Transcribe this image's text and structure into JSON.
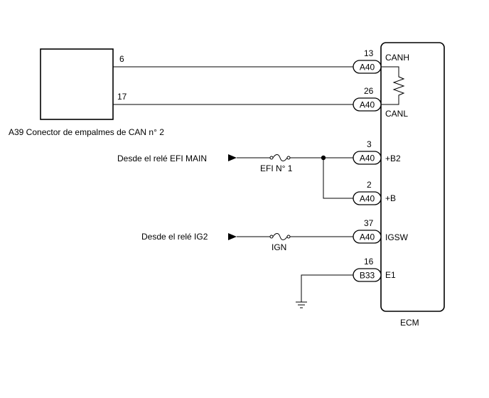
{
  "splice_connector": {
    "label": "A39  Conector de empalmes de CAN n° 2",
    "pins": [
      "6",
      "17"
    ]
  },
  "ecm": {
    "label": "ECM",
    "terminals": [
      {
        "pin": "13",
        "connector": "A40",
        "name": "CANH"
      },
      {
        "pin": "26",
        "connector": "A40",
        "name": "CANL"
      },
      {
        "pin": "3",
        "connector": "A40",
        "name": "+B2"
      },
      {
        "pin": "2",
        "connector": "A40",
        "name": "+B"
      },
      {
        "pin": "37",
        "connector": "A40",
        "name": "IGSW"
      },
      {
        "pin": "16",
        "connector": "B33",
        "name": "E1"
      }
    ]
  },
  "sources": {
    "efi_main": "Desde el relé EFI MAIN",
    "ig2": "Desde el relé IG2"
  },
  "fuses": {
    "efi": "EFI N° 1",
    "ign": "IGN"
  }
}
